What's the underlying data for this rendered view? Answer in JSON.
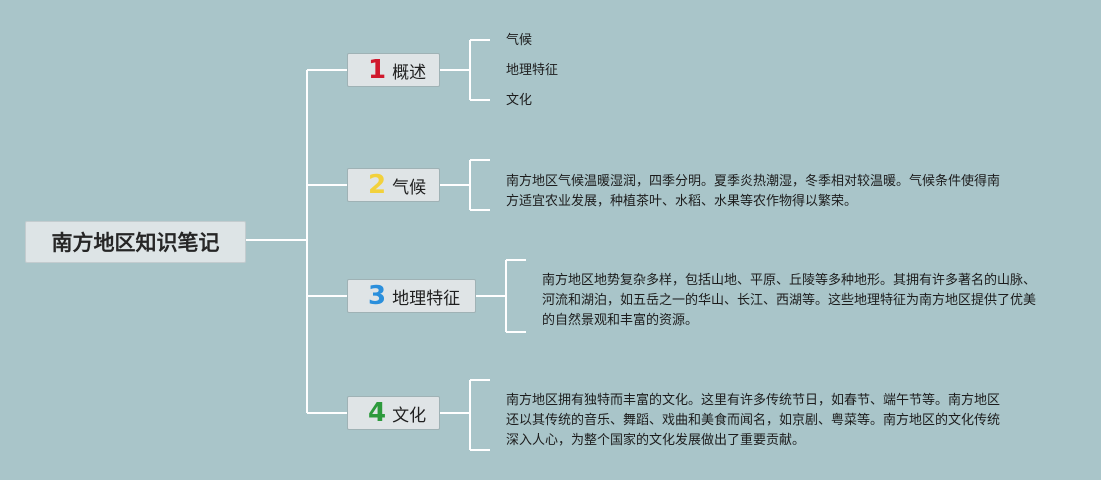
{
  "root": {
    "label": "南方地区知识笔记"
  },
  "branches": [
    {
      "num": "1",
      "label": "概述",
      "color": "#d0192d"
    },
    {
      "num": "2",
      "label": "气候",
      "color": "#f2d13c"
    },
    {
      "num": "3",
      "label": "地理特征",
      "color": "#2a8fdc"
    },
    {
      "num": "4",
      "label": "文化",
      "color": "#2c9a3c"
    }
  ],
  "overview_items": [
    "气候",
    "地理特征",
    "文化"
  ],
  "climate_text": "南方地区气候温暖湿润，四季分明。夏季炎热潮湿，冬季相对较温暖。气候条件使得南方适宜农业发展，种植茶叶、水稻、水果等农作物得以繁荣。",
  "geo_text": "南方地区地势复杂多样，包括山地、平原、丘陵等多种地形。其拥有许多著名的山脉、河流和湖泊，如五岳之一的华山、长江、西湖等。这些地理特征为南方地区提供了优美的自然景观和丰富的资源。",
  "culture_text": "南方地区拥有独特而丰富的文化。这里有许多传统节日，如春节、端午节等。南方地区还以其传统的音乐、舞蹈、戏曲和美食而闻名，如京剧、粤菜等。南方地区的文化传统深入人心，为整个国家的文化发展做出了重要贡献。",
  "colors": {
    "background": "#a9c5c9",
    "connector": "#ffffff"
  }
}
